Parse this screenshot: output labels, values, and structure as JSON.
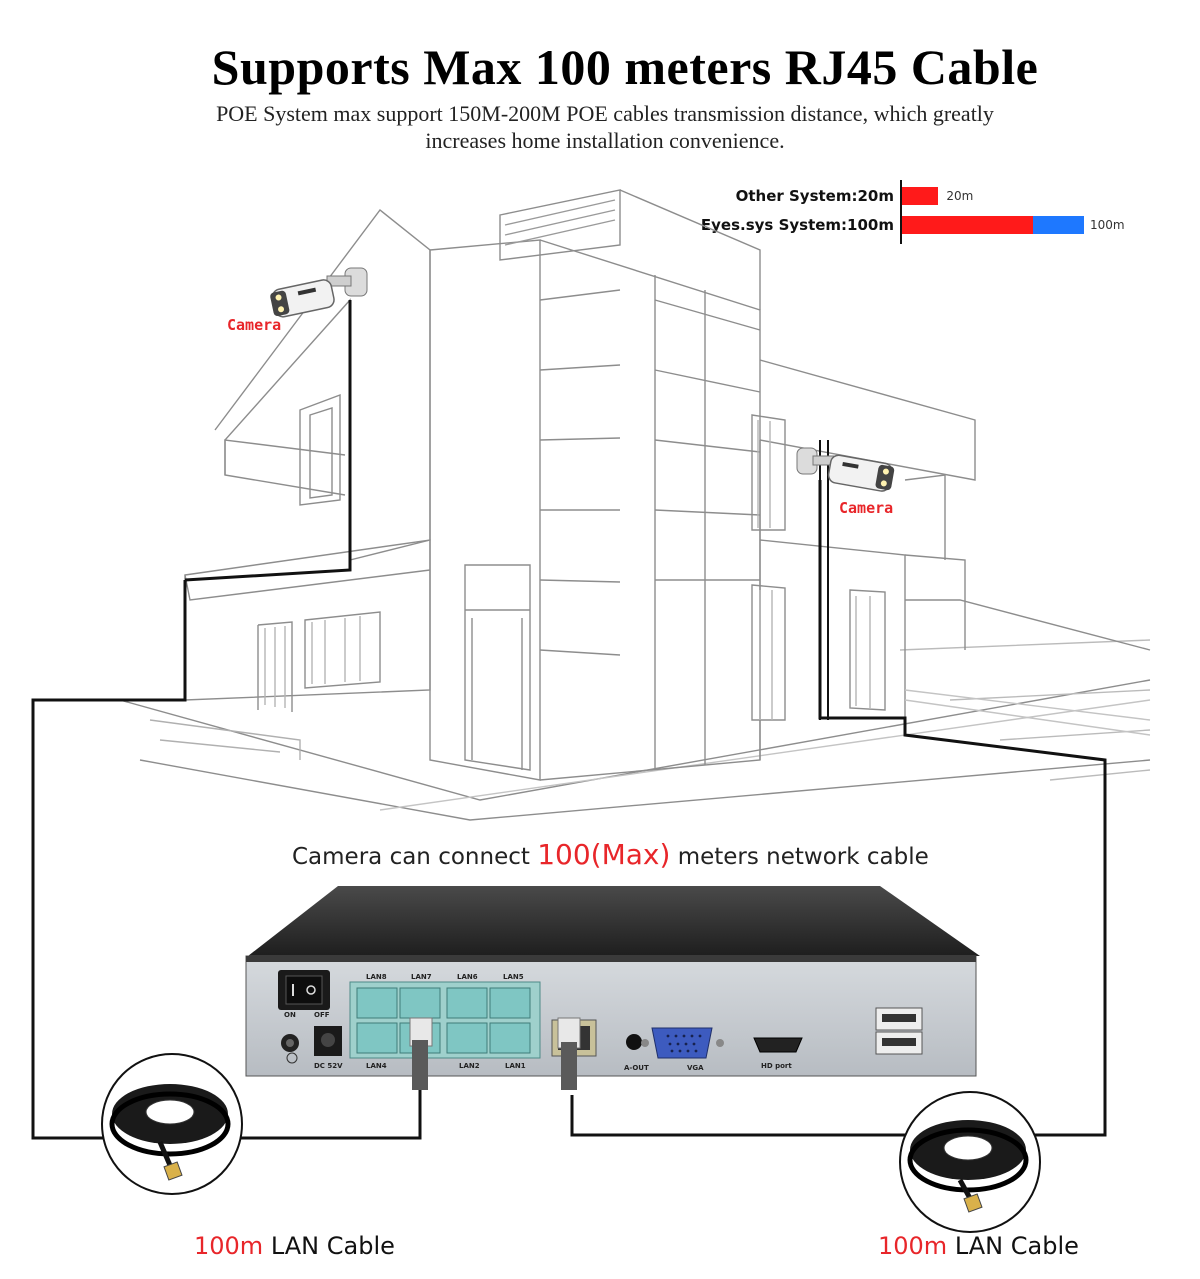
{
  "header": {
    "title": "Supports Max 100 meters RJ45 Cable",
    "subtitle_line1": "POE System max support 150M-200M POE cables transmission distance, which greatly",
    "subtitle_line2": "increases home installation convenience."
  },
  "comparison": {
    "other_label": "Other System:20m",
    "other_value": "20m",
    "other_fraction": 0.2,
    "eyes_label": "Eyes.sys System:100m",
    "eyes_value": "100m",
    "eyes_fraction": 1.0,
    "eyes_red_fraction": 0.72,
    "red_color": "#ff1a1a",
    "blue_color": "#1e78ff"
  },
  "cameras": {
    "left_label": "Camera",
    "right_label": "Camera"
  },
  "connection": {
    "text_before": "Camera can connect ",
    "highlight": "100(Max)",
    "text_after": " meters network cable"
  },
  "nvr": {
    "switch_on": "ON",
    "switch_off": "OFF",
    "dc_label": "DC 52V",
    "lan_top": [
      "LAN8",
      "LAN7",
      "LAN6",
      "LAN5"
    ],
    "lan_bottom": [
      "LAN4",
      "",
      "LAN2",
      "LAN1"
    ],
    "aout_label": "A-OUT",
    "vga_label": "VGA",
    "hdmi_label": "HD port"
  },
  "cables": {
    "left_highlight": "100m",
    "left_text": " LAN Cable",
    "right_highlight": "100m",
    "right_text": " LAN Cable"
  },
  "colors": {
    "accent_red": "#e8262a",
    "line_dark": "#111111",
    "nvr_top": "#2c2c2c",
    "nvr_panel": "#c9ced4",
    "port_teal": "#7fc6c3"
  }
}
